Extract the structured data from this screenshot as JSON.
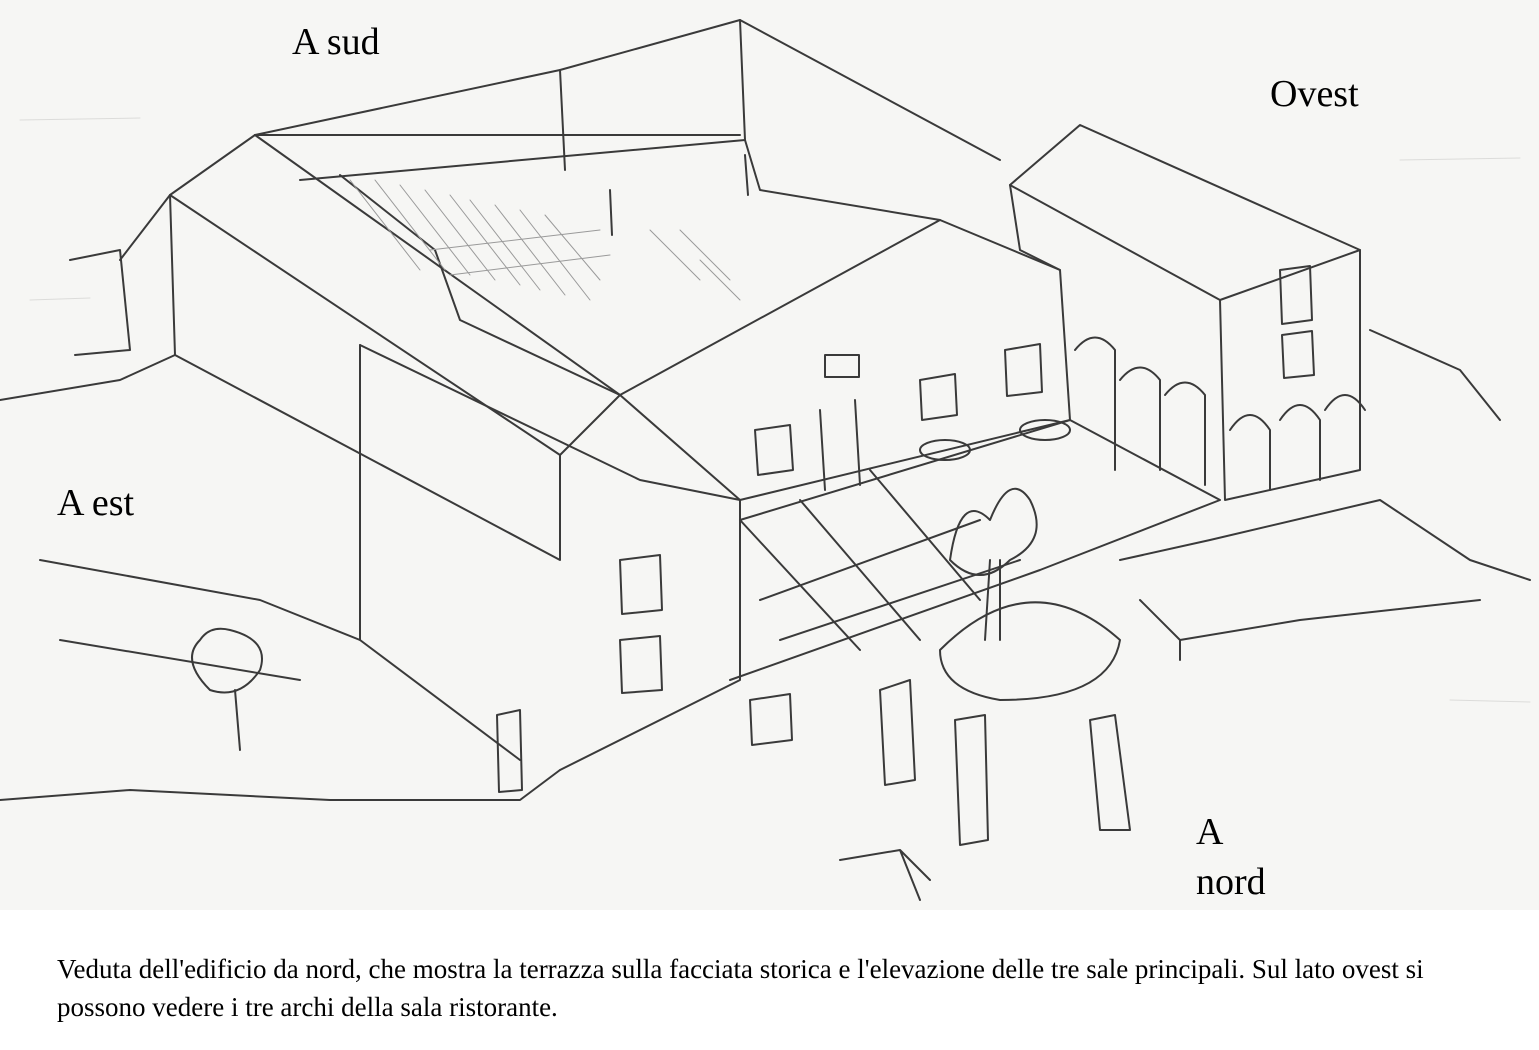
{
  "labels": {
    "south": "A sud",
    "west": "Ovest",
    "east": "A est",
    "north_line1": "A",
    "north_line2": "nord"
  },
  "caption": "Veduta dell'edificio da nord, che mostra la terrazza sulla facciata storica e l'elevazione delle tre sale principali. Sul lato ovest si possono vedere i tre archi della sala ristorante.",
  "colors": {
    "paper": "#f6f6f4",
    "ink": "#3a3a3a"
  }
}
